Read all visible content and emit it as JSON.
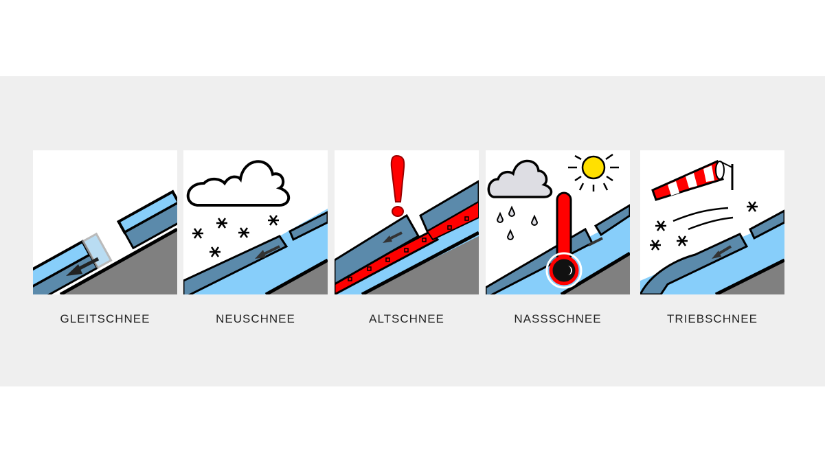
{
  "problems": [
    {
      "label": "GLEITSCHNEE",
      "icon": "glide-snow-icon"
    },
    {
      "label": "NEUSCHNEE",
      "icon": "new-snow-icon"
    },
    {
      "label": "ALTSCHNEE",
      "icon": "persistent-weak-layer-icon"
    },
    {
      "label": "NASSSCHNEE",
      "icon": "wet-snow-icon"
    },
    {
      "label": "TRIEBSCHNEE",
      "icon": "wind-slab-icon"
    }
  ],
  "colors": {
    "background_band": "#efefef",
    "snow_light": "#87cefa",
    "snow_dark": "#5b8aab",
    "ground": "#808080",
    "danger_red": "#ff0000",
    "sun_yellow": "#ffe000"
  }
}
